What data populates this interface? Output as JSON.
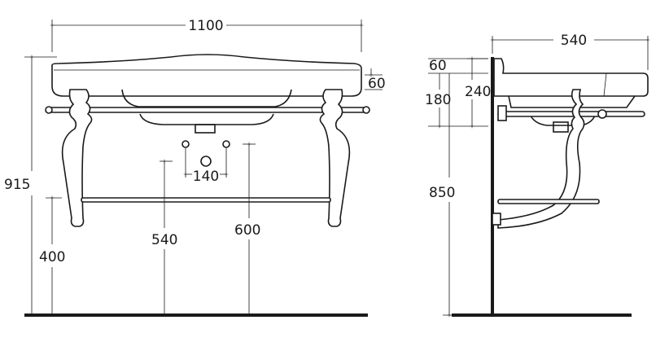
{
  "front_view": {
    "width_label": "1100",
    "basin_depth_label": "60",
    "total_height_label": "915",
    "towel_bar_height_label": "400",
    "waste_height_label": "540",
    "supply_height_label": "600",
    "supply_spacing_label": "140"
  },
  "side_view": {
    "depth_label": "540",
    "rim_label": "60",
    "bowl_label": "180",
    "basin_height_label": "240",
    "rim_height_label": "850"
  },
  "colors": {
    "line": "#1a1a1a",
    "background": "#ffffff"
  }
}
